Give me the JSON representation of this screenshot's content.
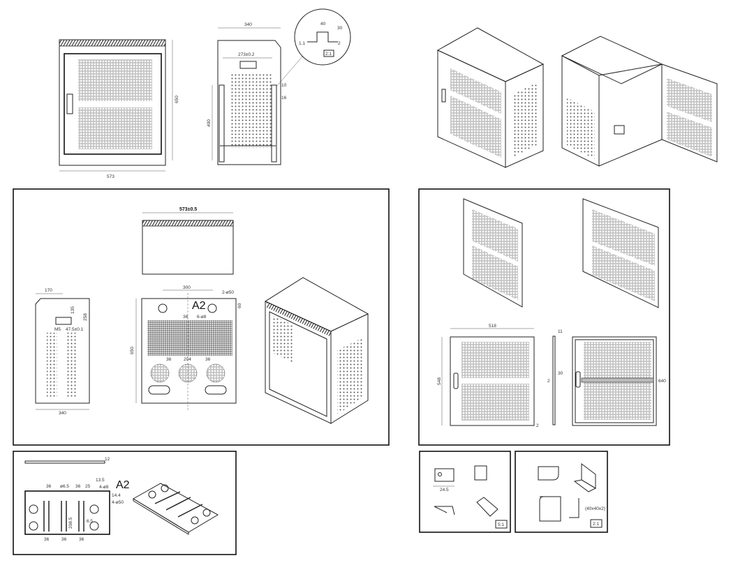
{
  "front_view": {
    "width": "573",
    "height": "650"
  },
  "side_view": {
    "width": "340",
    "inner_width": "273±0.2",
    "rail_height": "400",
    "dim_10": "10",
    "dim_16": "16"
  },
  "detail": {
    "d40": "40",
    "d30": "30",
    "d1_1": "1.1",
    "d2": "2",
    "scale": "2:1"
  },
  "top_panel": {
    "width": "573±0.5"
  },
  "side_panel": {
    "d170": "170",
    "d135": "135",
    "d258": "258",
    "d47": "47.5±0.1",
    "m5": "M5",
    "d340": "340"
  },
  "back_panel": {
    "d300": "300",
    "holes50": "2-ø50",
    "label": "A2",
    "d60": "60",
    "d650": "650",
    "d36_top": "36",
    "holes8": "6-ø8",
    "d36_left": "36",
    "d204": "204",
    "d36_right": "36"
  },
  "door": {
    "width": "518",
    "height": "548",
    "d2": "2",
    "thickness": "11",
    "d30": "30",
    "d2b": "2",
    "d640": "640"
  },
  "base_plate": {
    "thickness": "12",
    "d36a": "36",
    "d6_5": "ø6.5",
    "d36b": "36",
    "d25": "25",
    "d13_5": "13.5",
    "holes8": "4-ø8",
    "d14_4": "14.4",
    "holes50": "4-ø50",
    "label": "A2",
    "d208_5": "208.5",
    "d6_5b": "6.5",
    "b36a": "36",
    "b36b": "36",
    "b36c": "36"
  },
  "bracket_small": {
    "scale": "5:1",
    "d24_5": "24.5"
  },
  "bracket_angle": {
    "scale": "2:1",
    "size": "(40x40x2)"
  }
}
